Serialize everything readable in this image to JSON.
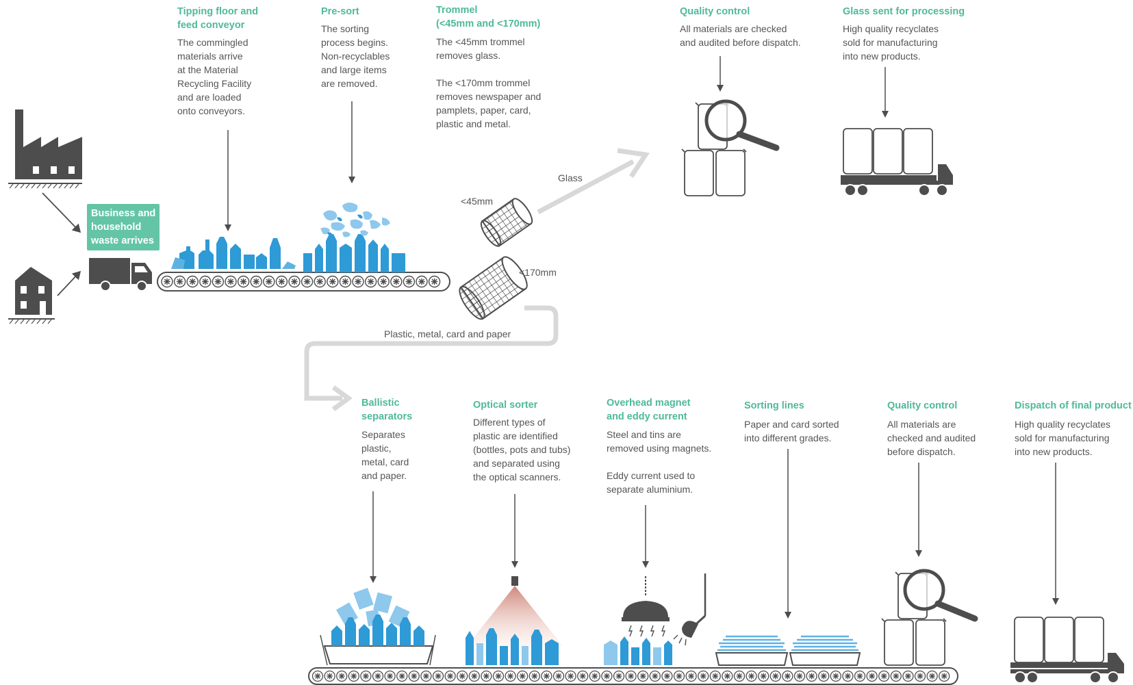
{
  "colors": {
    "accent": "#4fb99a",
    "badge": "#63c5a6",
    "icon": "#4d4d4d",
    "product_blue": "#2e9ad6",
    "light_blue": "#8ec8ec",
    "flow_arrow": "#d8d8d8"
  },
  "arrival": {
    "badge": "Business and\nhousehold\nwaste arrives"
  },
  "top_steps": [
    {
      "title": "Tipping floor and\nfeed conveyor",
      "body": "The commingled\nmaterials arrive\nat the Material\nRecycling Facility\nand are loaded\nonto conveyors."
    },
    {
      "title": "Pre-sort",
      "body": "The sorting\nprocess begins.\nNon-recyclables\nand large items\nare removed."
    },
    {
      "title": "Trommel\n(<45mm and <170mm)",
      "body": "The <45mm trommel\nremoves glass.\n\nThe <170mm trommel\nremoves newspaper and\npamplets, paper, card,\nplastic and metal."
    },
    {
      "title": "Quality control",
      "body": "All materials are checked\nand audited before dispatch."
    },
    {
      "title": "Glass sent for processing",
      "body": "High quality recyclates\nsold for manufacturing\ninto new products."
    }
  ],
  "flow_labels": {
    "glass": "Glass",
    "lt45": "<45mm",
    "lt170": "<170mm",
    "plastic_metal": "Plastic, metal, card and paper"
  },
  "bottom_steps": [
    {
      "title": "Ballistic\nseparators",
      "body": "Separates\nplastic,\nmetal, card\nand paper."
    },
    {
      "title": "Optical sorter",
      "body": "Different types of\nplastic are identified\n(bottles, pots and tubs)\nand separated using\nthe optical scanners."
    },
    {
      "title": "Overhead magnet\nand eddy current",
      "body": "Steel and tins are\nremoved using magnets.\n\nEddy current used to\nseparate aluminium."
    },
    {
      "title": "Sorting lines",
      "body": "Paper and card sorted\ninto different grades."
    },
    {
      "title": "Quality control",
      "body": "All materials are\nchecked and audited\nbefore dispatch."
    },
    {
      "title": "Dispatch of final product",
      "body": "High quality recyclates\nsold for manufacturing\ninto new products."
    }
  ]
}
